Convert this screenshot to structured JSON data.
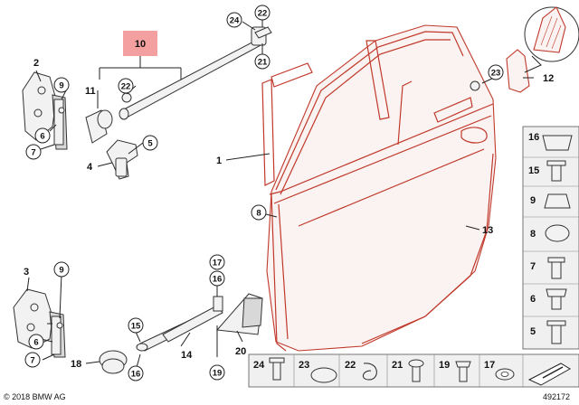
{
  "diagram": {
    "highlight_label": "10",
    "highlight_color": "#f4a0a0",
    "callouts_plain": [
      "2",
      "1",
      "11",
      "4",
      "3",
      "14",
      "18",
      "20",
      "13",
      "12",
      "8",
      "10"
    ],
    "callouts_circled": [
      "24",
      "22",
      "21",
      "9",
      "6",
      "7",
      "5",
      "22",
      "23",
      "15",
      "16",
      "17",
      "19",
      "9",
      "6",
      "7"
    ],
    "legend_right": [
      "16",
      "15",
      "9",
      "8",
      "7",
      "6",
      "5"
    ],
    "legend_bottom": [
      "24",
      "23",
      "22",
      "21",
      "19",
      "17"
    ],
    "copyright": "© 2018 BMW AG",
    "diagram_id": "492172"
  }
}
